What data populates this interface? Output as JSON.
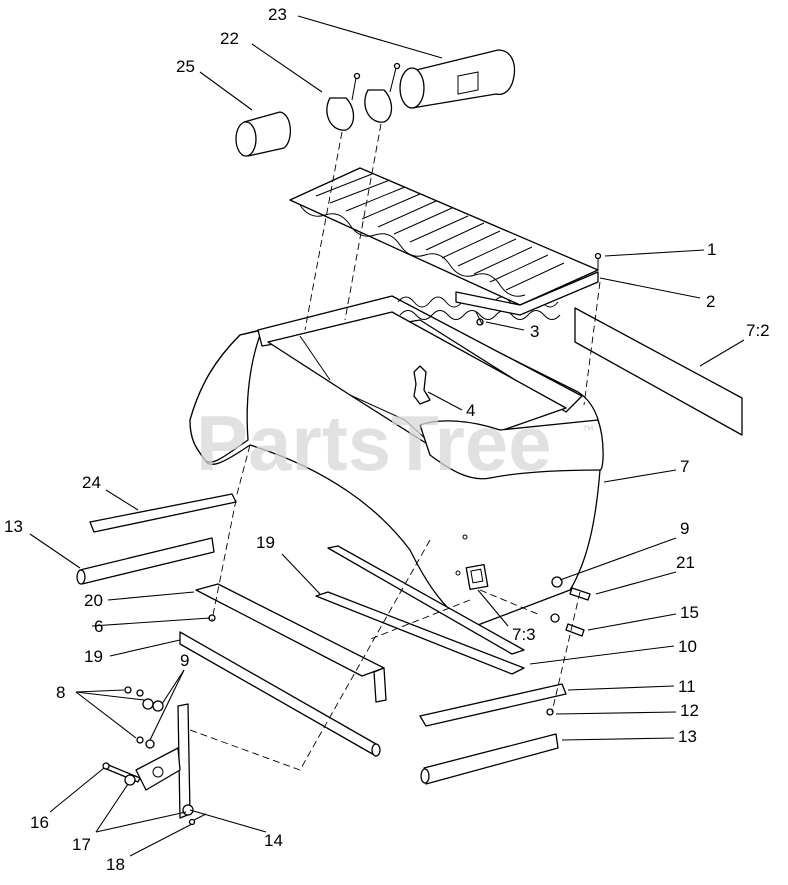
{
  "watermark": {
    "text": "PartsTree",
    "trademark": "™"
  },
  "callouts": [
    {
      "id": "c1",
      "label": "1"
    },
    {
      "id": "c2",
      "label": "2"
    },
    {
      "id": "c3",
      "label": "3"
    },
    {
      "id": "c4",
      "label": "4"
    },
    {
      "id": "c6",
      "label": "6"
    },
    {
      "id": "c7",
      "label": "7"
    },
    {
      "id": "c7-2",
      "label": "7:2"
    },
    {
      "id": "c7-3",
      "label": "7:3"
    },
    {
      "id": "c8",
      "label": "8"
    },
    {
      "id": "c9a",
      "label": "9"
    },
    {
      "id": "c9b",
      "label": "9"
    },
    {
      "id": "c10",
      "label": "10"
    },
    {
      "id": "c11",
      "label": "11"
    },
    {
      "id": "c12",
      "label": "12"
    },
    {
      "id": "c13a",
      "label": "13"
    },
    {
      "id": "c13b",
      "label": "13"
    },
    {
      "id": "c14",
      "label": "14"
    },
    {
      "id": "c15",
      "label": "15"
    },
    {
      "id": "c16",
      "label": "16"
    },
    {
      "id": "c17",
      "label": "17"
    },
    {
      "id": "c18",
      "label": "18"
    },
    {
      "id": "c19a",
      "label": "19"
    },
    {
      "id": "c19b",
      "label": "19"
    },
    {
      "id": "c20",
      "label": "20"
    },
    {
      "id": "c21",
      "label": "21"
    },
    {
      "id": "c22",
      "label": "22"
    },
    {
      "id": "c23",
      "label": "23"
    },
    {
      "id": "c24",
      "label": "24"
    },
    {
      "id": "c25",
      "label": "25"
    }
  ]
}
